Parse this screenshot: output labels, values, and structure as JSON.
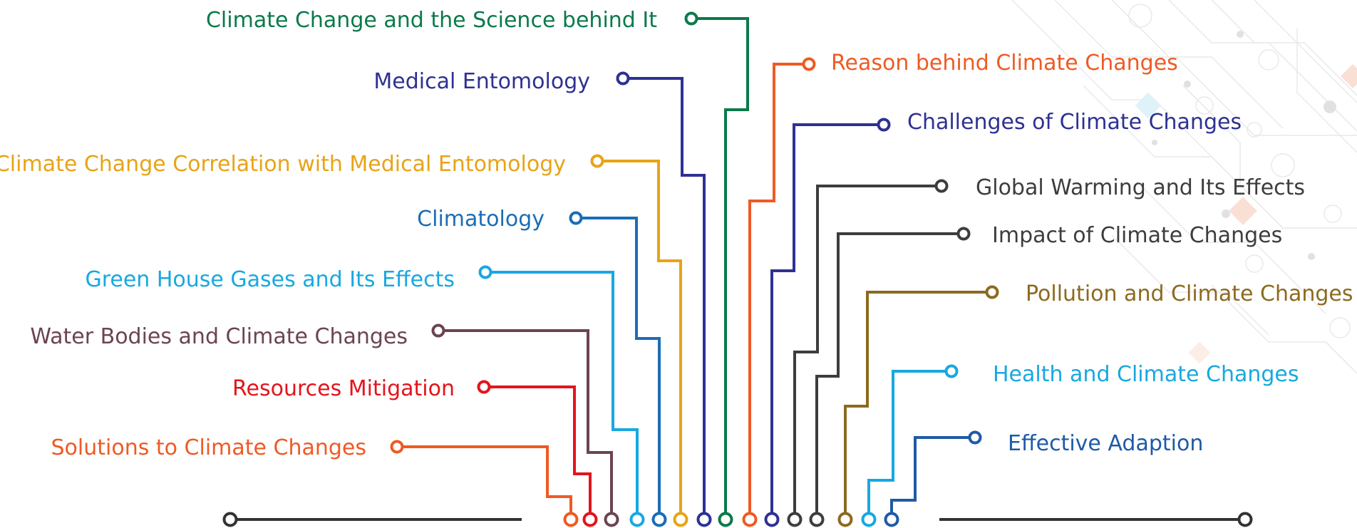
{
  "topics_left": [
    {
      "label": "Climate Change and the Science behind It",
      "color": "#0b7a4b"
    },
    {
      "label": "Medical Entomology",
      "color": "#2e3192"
    },
    {
      "label": "Climate Change Correlation with Medical Entomology",
      "color": "#e8a317"
    },
    {
      "label": "Climatology",
      "color": "#1b6db5"
    },
    {
      "label": "Green House Gases and Its Effects",
      "color": "#18a8e0"
    },
    {
      "label": "Water Bodies and Climate Changes",
      "color": "#6b4453"
    },
    {
      "label": "Resources Mitigation",
      "color": "#e3141c"
    },
    {
      "label": "Solutions to Climate Changes",
      "color": "#ef5a24"
    }
  ],
  "topics_right": [
    {
      "label": "Reason behind Climate Changes",
      "color": "#ef5a24"
    },
    {
      "label": "Challenges of Climate Changes",
      "color": "#2e3192"
    },
    {
      "label": "Global Warming and Its Effects",
      "color": "#3d3d3d"
    },
    {
      "label": "Impact of Climate Changes",
      "color": "#3d3d3d"
    },
    {
      "label": "Pollution and Climate Changes",
      "color": "#8c6a1f"
    },
    {
      "label": "Health and Climate Changes",
      "color": "#18a8e0"
    },
    {
      "label": "Effective Adaption",
      "color": "#1f5aa6"
    }
  ],
  "baseline_color": "#333333",
  "background_pattern_colors": [
    "#c8c8c8",
    "#f4b9a3",
    "#b9e3f4"
  ]
}
